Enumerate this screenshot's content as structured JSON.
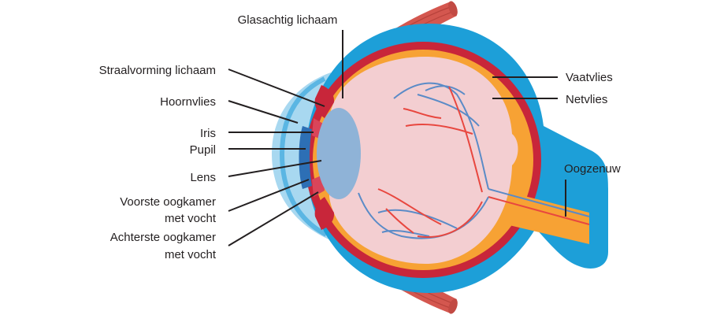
{
  "colors": {
    "sclera_blue": "#1d9fd8",
    "choroid_red": "#c8263a",
    "retina_orange": "#f7a234",
    "vitreous_pink": "#f3ced1",
    "lens_blue": "#8fb3d7",
    "cornea_light": "#a8d8f0",
    "muscle_red": "#d4574f",
    "vessel_red": "#e8473f",
    "vessel_blue": "#5a8bc7",
    "line_dark": "#231f20"
  },
  "labels": {
    "vitreous": "Glasachtig lichaam",
    "ciliary": "Straalvorming lichaam",
    "cornea": "Hoornvlies",
    "iris": "Iris",
    "pupil": "Pupil",
    "lens": "Lens",
    "anterior_l1": "Voorste oogkamer",
    "anterior_l2": "met vocht",
    "posterior_l1": "Achterste oogkamer",
    "posterior_l2": "met vocht",
    "choroid": "Vaatvlies",
    "retina": "Netvlies",
    "optic_nerve": "Oogzenuw"
  }
}
